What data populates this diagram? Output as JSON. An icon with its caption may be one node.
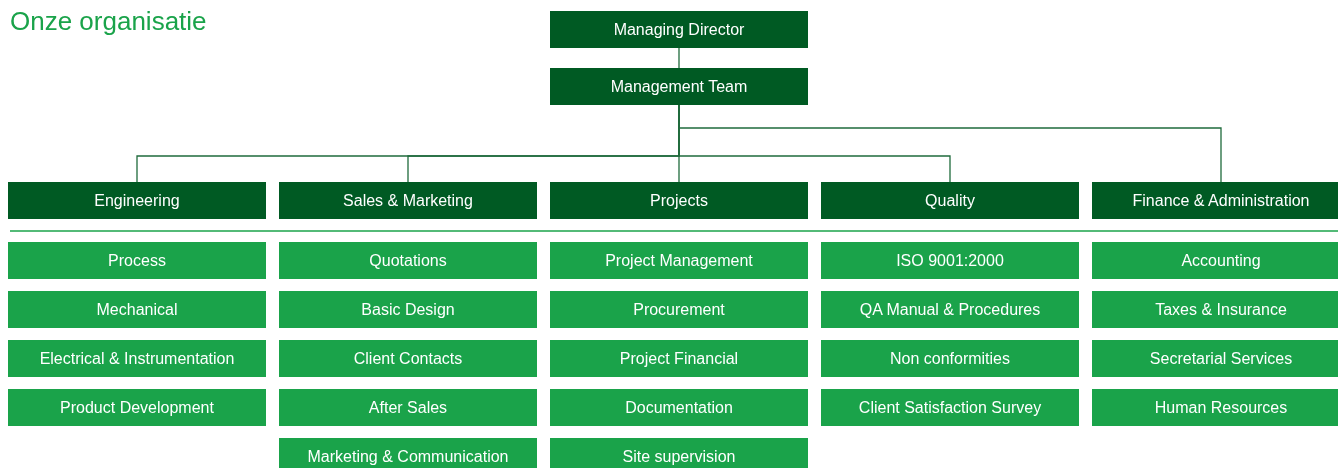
{
  "diagram": {
    "title": "Onze organisatie",
    "nodes": [
      {
        "text": [
          "Managing Director"
        ]
      },
      {
        "text": [
          "Management Team"
        ]
      },
      {
        "text": [
          "Engineering"
        ]
      },
      {
        "text": [
          "Sales & Marketing"
        ]
      },
      {
        "text": [
          "Projects"
        ]
      },
      {
        "text": [
          "Quality"
        ]
      },
      {
        "text": [
          "Finance & Administration"
        ]
      },
      {
        "text": [
          "Process"
        ]
      },
      {
        "text": [
          "Quotations"
        ]
      },
      {
        "text": [
          "Project Management"
        ]
      },
      {
        "text": [
          "ISO 9001:2000"
        ]
      },
      {
        "text": [
          "Accounting"
        ]
      },
      {
        "text": [
          "Mechanical"
        ]
      },
      {
        "text": [
          "Basic Design"
        ]
      },
      {
        "text": [
          "Procurement"
        ]
      },
      {
        "text": [
          "QA Manual & Procedures"
        ]
      },
      {
        "text": [
          "Taxes & Insurance"
        ]
      },
      {
        "text": [
          "Electrical & Instrumentation"
        ]
      },
      {
        "text": [
          "Client Contacts"
        ]
      },
      {
        "text": [
          "Project Financial"
        ]
      },
      {
        "text": [
          "Non conformities"
        ]
      },
      {
        "text": [
          "Secretarial Services"
        ]
      },
      {
        "text": [
          "Product Development"
        ]
      },
      {
        "text": [
          "After Sales"
        ]
      },
      {
        "text": [
          "Documentation"
        ]
      },
      {
        "text": [
          "Client Satisfaction Survey"
        ]
      },
      {
        "text": [
          "Human Resources"
        ]
      },
      {
        "text": [
          "Marketing & Communication"
        ]
      },
      {
        "text": [
          "Site supervision"
        ]
      }
    ],
    "edges": [
      {
        "from": 0,
        "to": 1,
        "arrow": "none"
      },
      {
        "from": 1,
        "to": 2,
        "arrow": "none"
      },
      {
        "from": 1,
        "to": 3,
        "arrow": "none"
      },
      {
        "from": 1,
        "to": 4,
        "arrow": "none"
      },
      {
        "from": 1,
        "to": 5,
        "arrow": "none"
      },
      {
        "from": 1,
        "to": 6,
        "arrow": "none"
      }
    ]
  }
}
